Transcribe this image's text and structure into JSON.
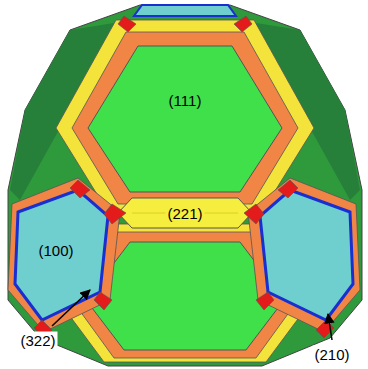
{
  "diagram": {
    "labels": [
      "(111)",
      "(100)",
      "(221)",
      "(322)",
      "(210)"
    ]
  }
}
